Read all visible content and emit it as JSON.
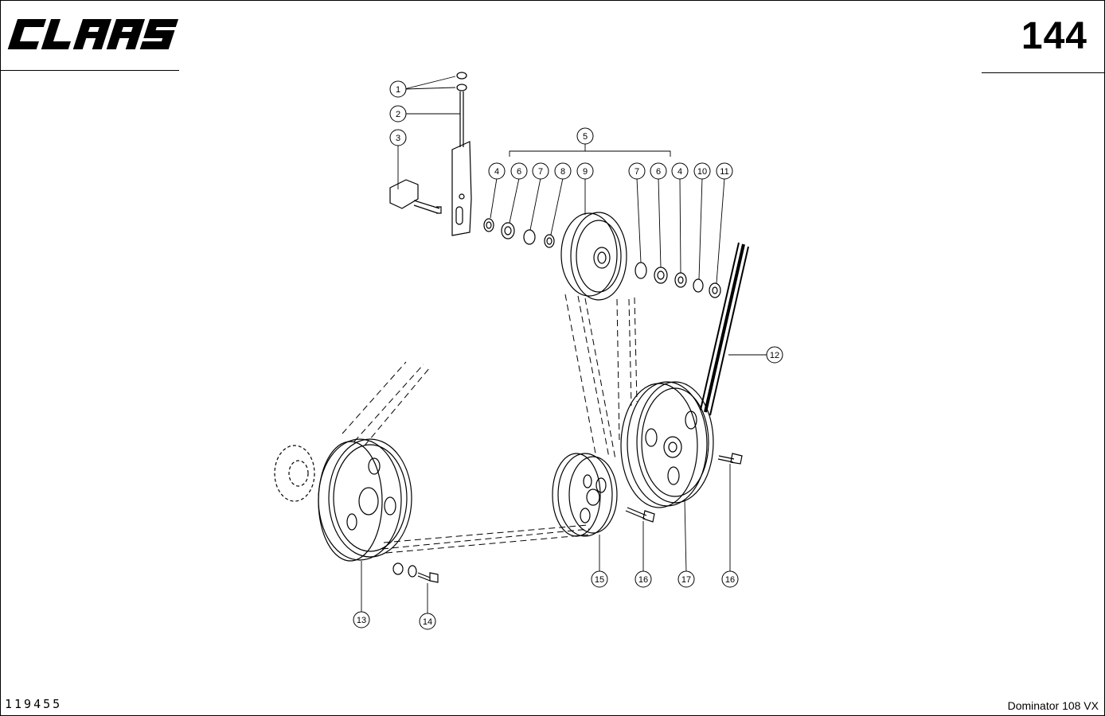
{
  "header": {
    "brand_logo": "CLAAS",
    "page_number": "144"
  },
  "footer": {
    "document_number": "119455",
    "model": "Dominator 108 VX"
  },
  "callouts": [
    "1",
    "2",
    "3",
    "4",
    "5",
    "6",
    "7",
    "8",
    "9",
    "7",
    "6",
    "4",
    "10",
    "11",
    "12",
    "13",
    "14",
    "15",
    "16",
    "17",
    "16"
  ],
  "colors": {
    "ink": "#000000",
    "paper": "#ffffff"
  }
}
